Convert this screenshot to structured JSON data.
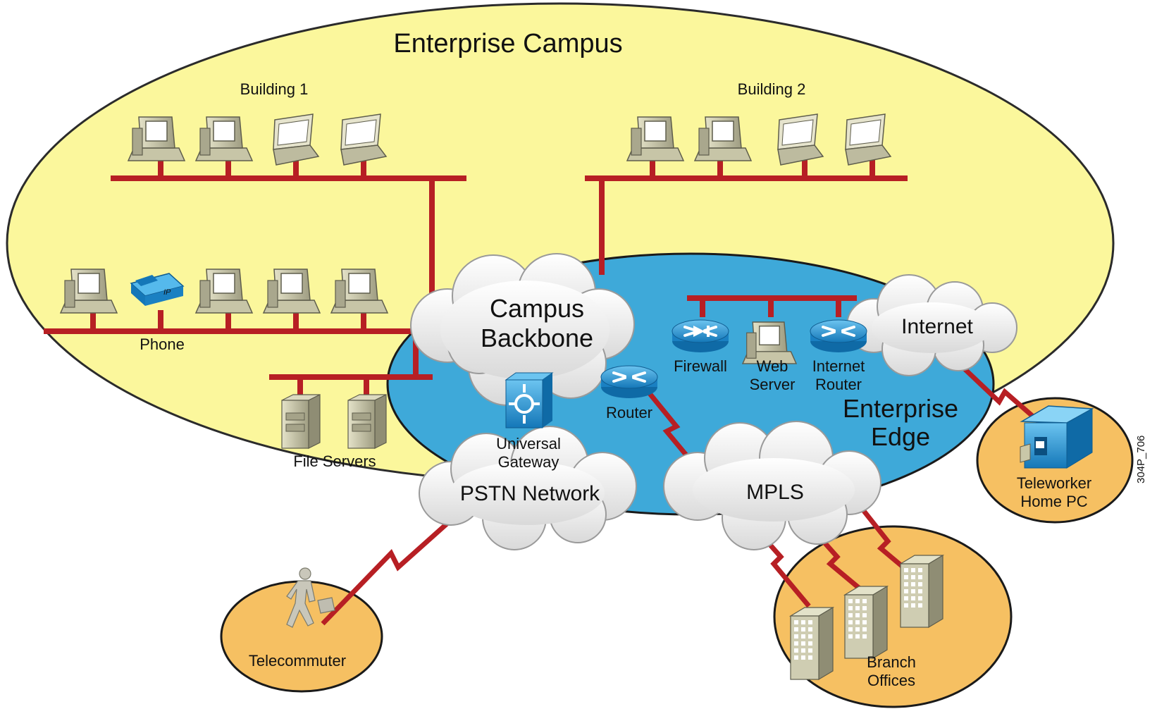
{
  "diagram": {
    "title": "Enterprise Campus",
    "figure_id": "304P_706",
    "colors": {
      "campus_fill": "#fbf79c",
      "edge_fill": "#3ea9d9",
      "remote_fill": "#f6c062",
      "link": "#b71f24",
      "cloud": "#f3f3f3",
      "device_blue": "#1f8fd0",
      "device_beige": "#c9c7a8"
    },
    "labels": {
      "building1": "Building 1",
      "building2": "Building 2",
      "phone": "Phone",
      "file_servers": "File Servers",
      "campus_backbone_1": "Campus",
      "campus_backbone_2": "Backbone",
      "firewall": "Firewall",
      "web_server_1": "Web",
      "web_server_2": "Server",
      "internet_router_1": "Internet",
      "internet_router_2": "Router",
      "internet": "Internet",
      "router": "Router",
      "enterprise_edge_1": "Enterprise",
      "enterprise_edge_2": "Edge",
      "universal_gateway_1": "Universal",
      "universal_gateway_2": "Gateway",
      "pstn": "PSTN Network",
      "mpls": "MPLS",
      "teleworker_1": "Teleworker",
      "teleworker_2": "Home PC",
      "telecommuter": "Telecommuter",
      "branch_1": "Branch",
      "branch_2": "Offices"
    },
    "icons": [
      "workstation-icon",
      "laptop-icon",
      "ip-phone-icon",
      "file-server-icon",
      "firewall-icon",
      "router-icon",
      "universal-gateway-icon",
      "cloud-icon",
      "house-icon",
      "walking-person-icon",
      "office-building-icon"
    ]
  }
}
